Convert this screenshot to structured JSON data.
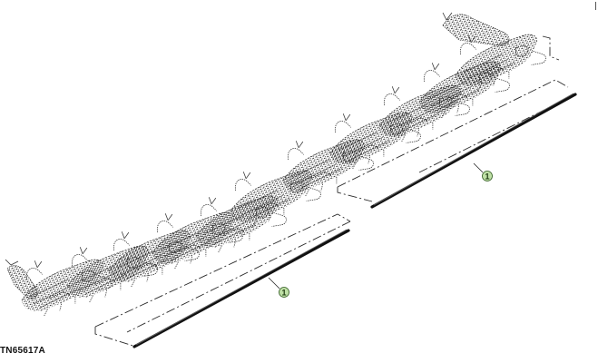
{
  "figure": {
    "id": "TN65617A"
  },
  "callouts": [
    {
      "number": "1"
    },
    {
      "number": "1"
    }
  ],
  "colors": {
    "line": "#1a1a1a",
    "detail": "#3a3a3a",
    "callout_fill": "#bfe0a6",
    "callout_stroke": "#2f5a1f"
  }
}
